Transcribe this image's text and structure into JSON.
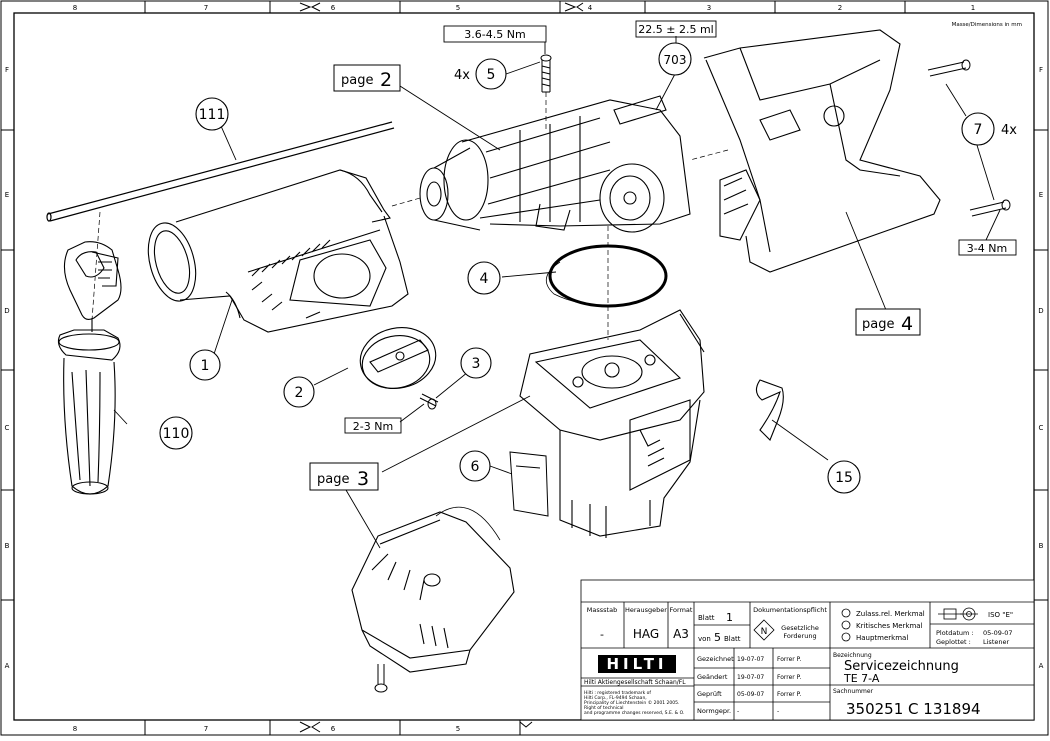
{
  "frame": {
    "top_cols": [
      "8",
      "7",
      "6",
      "5",
      "4",
      "3",
      "2",
      "1"
    ],
    "bottom_cols": [
      "8",
      "7",
      "6",
      "5"
    ],
    "rows": [
      "F",
      "E",
      "D",
      "C",
      "B",
      "A"
    ],
    "units_note": "Masse/Dimensions in mm"
  },
  "callouts": [
    {
      "id": "111",
      "text": "111"
    },
    {
      "id": "1",
      "text": "1"
    },
    {
      "id": "110",
      "text": "110"
    },
    {
      "id": "2",
      "text": "2"
    },
    {
      "id": "3",
      "text": "3"
    },
    {
      "id": "4",
      "text": "4"
    },
    {
      "id": "5",
      "text": "5"
    },
    {
      "id": "6",
      "text": "6"
    },
    {
      "id": "7",
      "text": "7"
    },
    {
      "id": "15",
      "text": "15"
    },
    {
      "id": "703",
      "text": "703"
    }
  ],
  "qty": {
    "five": "4x",
    "seven": "4x"
  },
  "torque": {
    "screw5": "3.6-4.5 Nm",
    "screw3": "2-3 Nm",
    "screw7": "3-4 Nm",
    "grease703": "22.5 ± 2.5 ml"
  },
  "page_refs": {
    "p2": {
      "word": "page",
      "num": "2"
    },
    "p3": {
      "word": "page",
      "num": "3"
    },
    "p4": {
      "word": "page",
      "num": "4"
    }
  },
  "title_block": {
    "massstab_h": "Massstab",
    "massstab_v": "-",
    "herausgeber_h": "Herausgeber",
    "herausgeber_v": "HAG",
    "format_h": "Format",
    "format_v": "A3",
    "blatt_h": "Blatt",
    "blatt_v": "1",
    "von_h": "von",
    "von_v": "5",
    "von_t": "Blatt",
    "dok_h": "Dokumentationspflicht",
    "dok_n": "N",
    "ges1": "Gesetzliche",
    "ges2": "Forderung",
    "m1": "Zulass.rel. Merkmal",
    "m2": "Kritisches Merkmal",
    "m3": "Hauptmerkmal",
    "iso": "ISO \"E\"",
    "plot_l": "Plotdatum :",
    "plot_v": "05-09-07",
    "gepl_l": "Geplottet :",
    "gepl_v": "Listener",
    "logo": "HILTI",
    "company": "Hilti Aktiengesellschaft Schaan/FL",
    "legal1": "Hilti : registered trademark of",
    "legal2": "Hilti Corp., FL-9494 Schaan,",
    "legal3": "Principality of Liechtenstein © 2001 2005.",
    "legal4": "Right of technical",
    "legal5": "and programme changes reserved, S.E. & O.",
    "gez_l": "Gezeichnet",
    "gez_d": "19-07-07",
    "gez_n": "Forrer P.",
    "gea_l": "Geändert",
    "gea_d": "19-07-07",
    "gea_n": "Forrer P.",
    "gep_l": "Geprüft",
    "gep_d": "05-09-07",
    "gep_n": "Forrer P.",
    "norm_l": "Normgepr.",
    "norm_d": "-",
    "norm_n": "-",
    "bez_l": "Bezeichnung",
    "bez_1": "Servicezeichnung",
    "bez_2": "TE 7-A",
    "sach_l": "Sachnummer",
    "sach_v": "350251   C 131894"
  }
}
